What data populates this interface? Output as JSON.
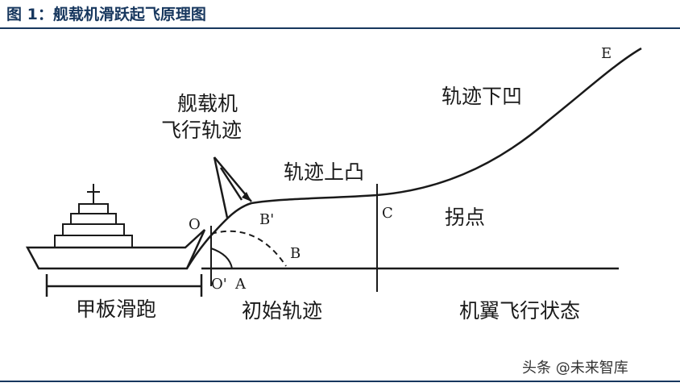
{
  "figure": {
    "title": "图 1：舰载机滑跃起飞原理图"
  },
  "labels": {
    "aircraft_trajectory_line1": "舰载机",
    "aircraft_trajectory_line2": "飞行轨迹",
    "convex_up": "轨迹上凸",
    "concave_down": "轨迹下凹",
    "inflection_point": "拐点",
    "deck_run": "甲板滑跑",
    "initial_trajectory": "初始轨迹",
    "wing_flight_state": "机翼飞行状态"
  },
  "points": {
    "O": "O",
    "O_prime": "O'",
    "A": "A",
    "B": "B",
    "B_prime": "B'",
    "C": "C",
    "E": "E"
  },
  "watermark": "头条 @未来智库",
  "colors": {
    "title": "#17375e",
    "rule": "#17375e",
    "ink": "#1a1a1a"
  }
}
